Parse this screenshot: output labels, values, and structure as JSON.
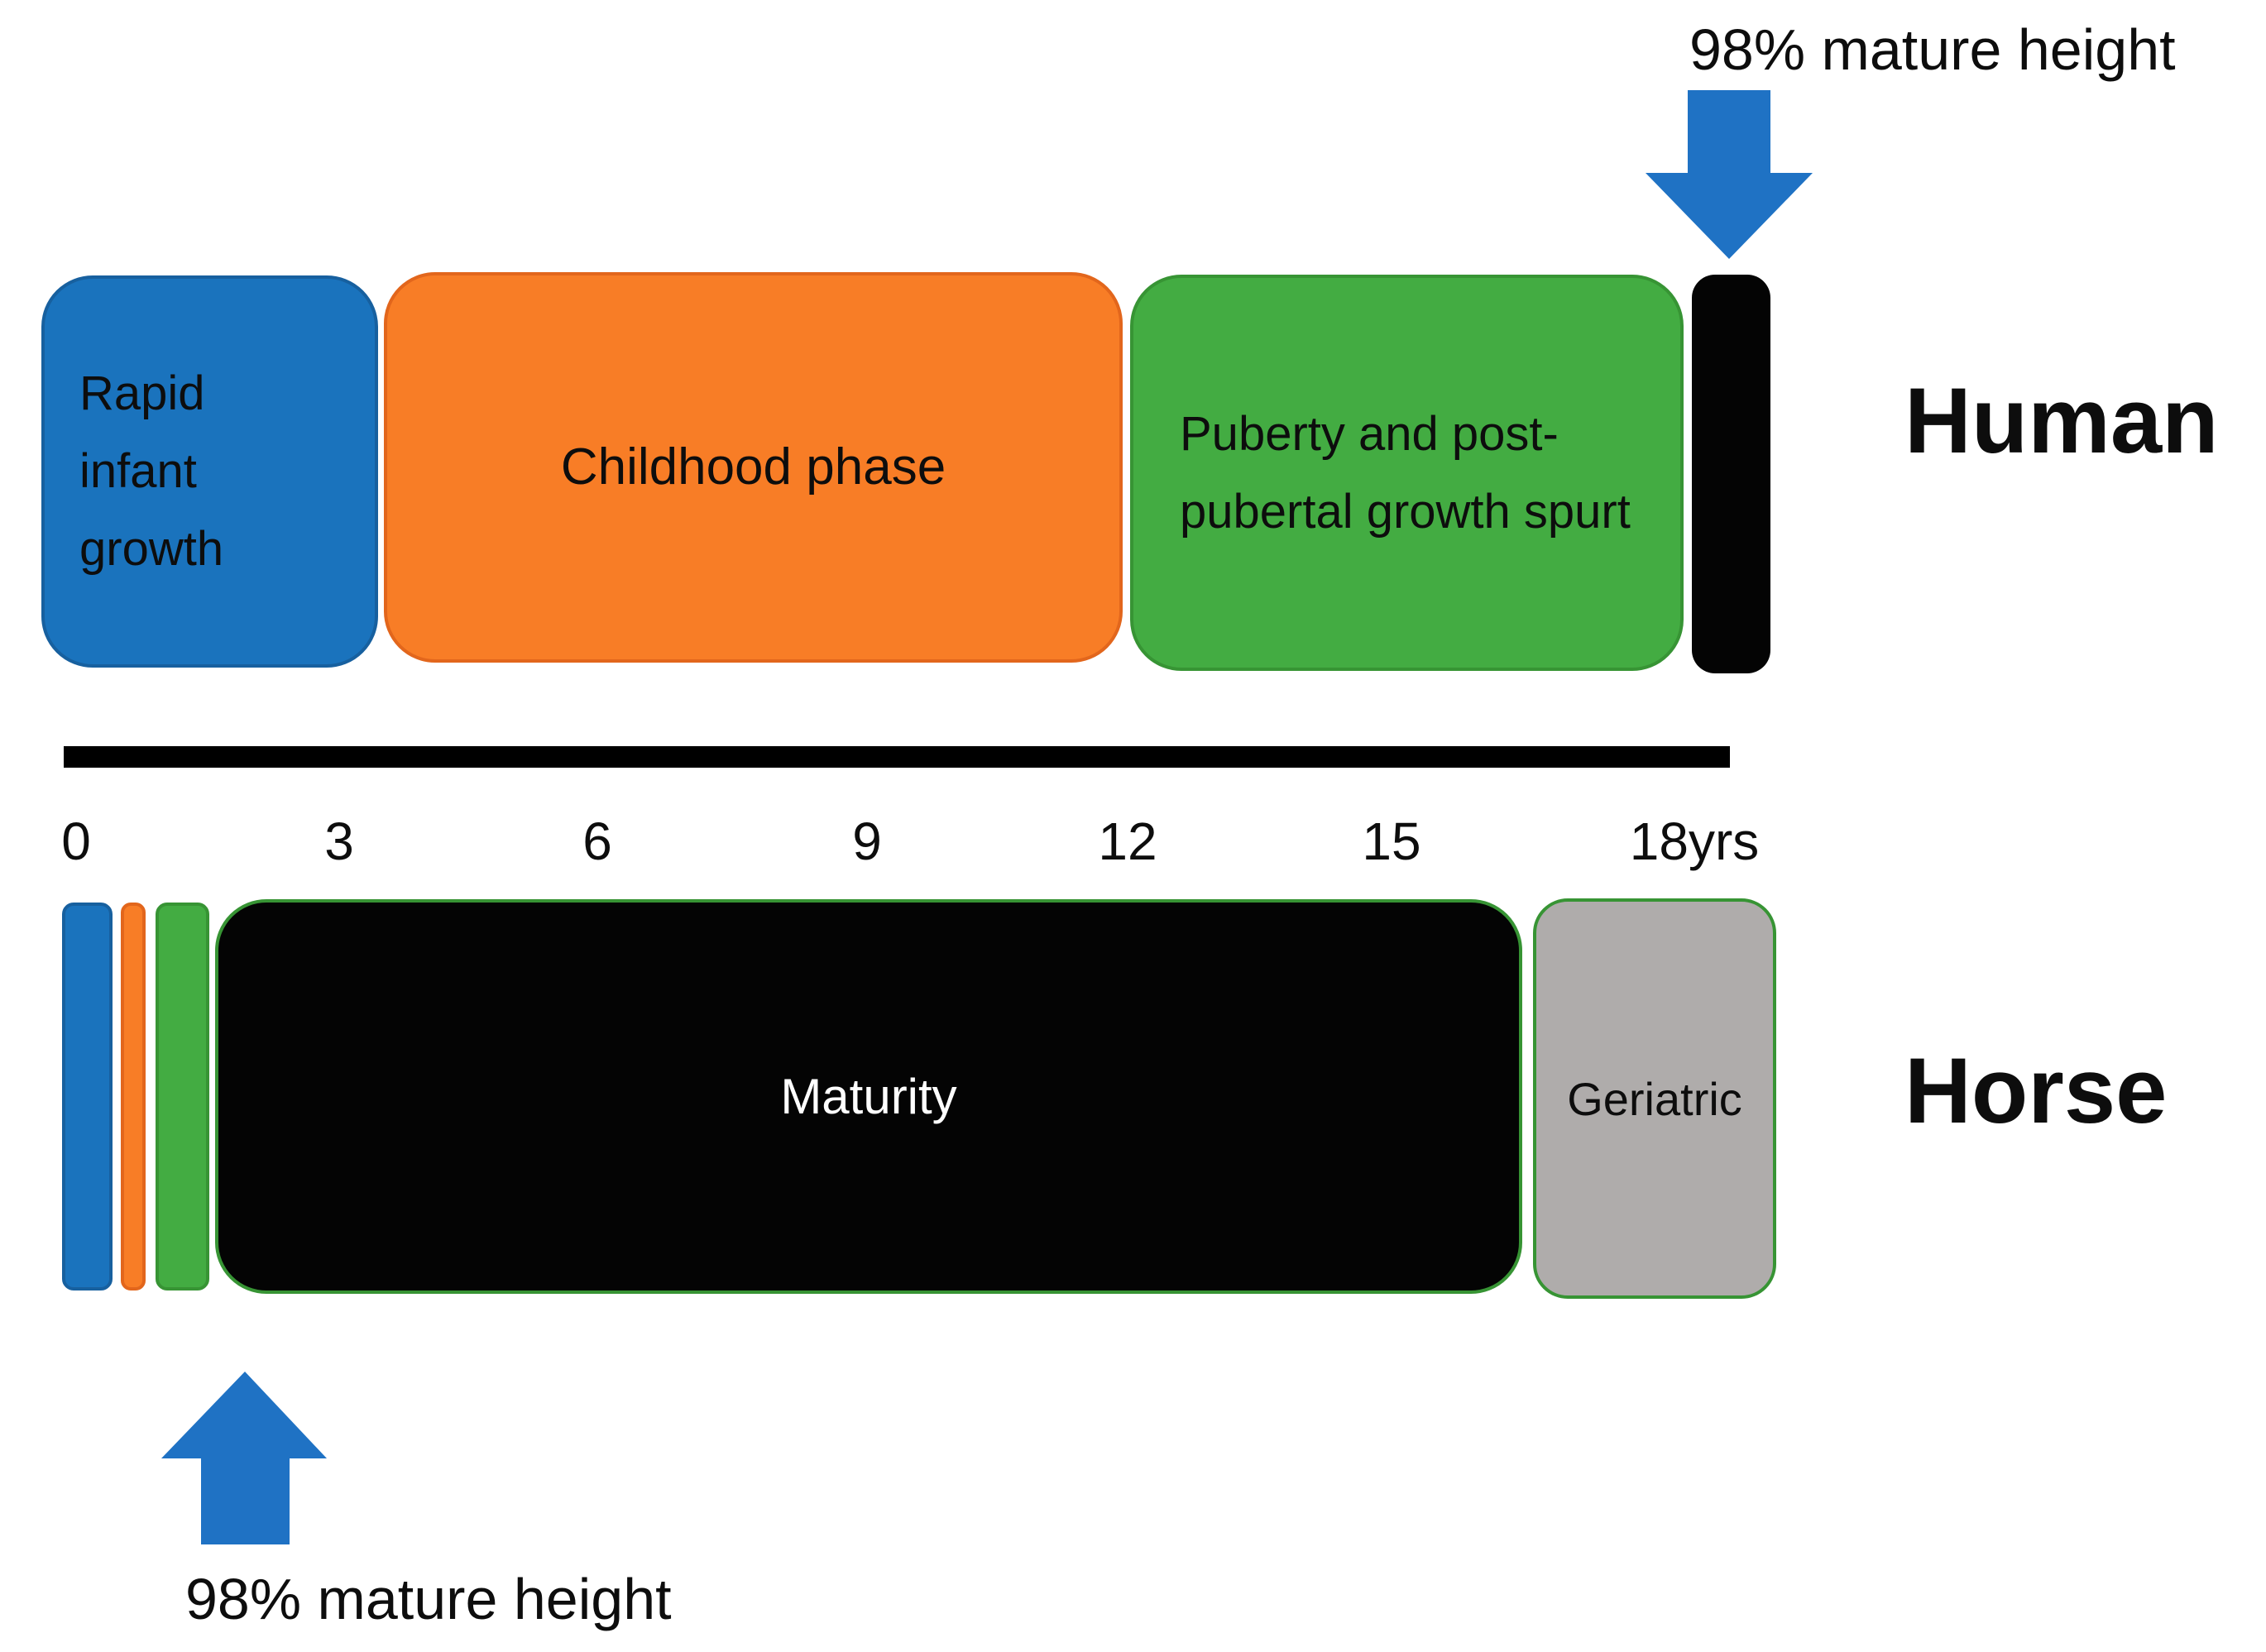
{
  "diagram": {
    "background": "#ffffff",
    "colors": {
      "blue": "#1A73BD",
      "blue_border": "#17609F",
      "orange": "#F87D26",
      "orange_border": "#E2661C",
      "green": "#43AC42",
      "green_border": "#379434",
      "black": "#040404",
      "gray": "#AFACAB",
      "arrow_blue": "#1F72C4",
      "maturity_text": "#FFFFFF",
      "text": "#0D0D0D"
    },
    "human": {
      "label": "Human",
      "annotation": "98% mature height",
      "phases": [
        {
          "id": "rapid-infant-growth",
          "label": "Rapid infant growth",
          "color": "#1A73BD"
        },
        {
          "id": "childhood-phase",
          "label": "Childhood phase",
          "color": "#F87D26"
        },
        {
          "id": "puberty-post-pubertal-growth-spurt",
          "label": "Puberty and post-pubertal growth spurt",
          "color": "#43AC42"
        },
        {
          "id": "98-mature-height-bar",
          "label": "",
          "color": "#040404"
        }
      ]
    },
    "horse": {
      "label": "Horse",
      "annotation": "98% mature height",
      "phases": [
        {
          "id": "rapid-infant-growth",
          "label": "",
          "color": "#1A73BD"
        },
        {
          "id": "childhood-phase",
          "label": "",
          "color": "#F87D26"
        },
        {
          "id": "puberty-post-pubertal-growth-spurt",
          "label": "",
          "color": "#43AC42"
        },
        {
          "id": "maturity",
          "label": "Maturity",
          "color": "#040404"
        },
        {
          "id": "geriatric",
          "label": "Geriatric",
          "color": "#AFACAB"
        }
      ]
    },
    "axis": {
      "unit": "years",
      "ticks": [
        "0",
        "3",
        "6",
        "9",
        "12",
        "15",
        "18yrs"
      ]
    }
  }
}
